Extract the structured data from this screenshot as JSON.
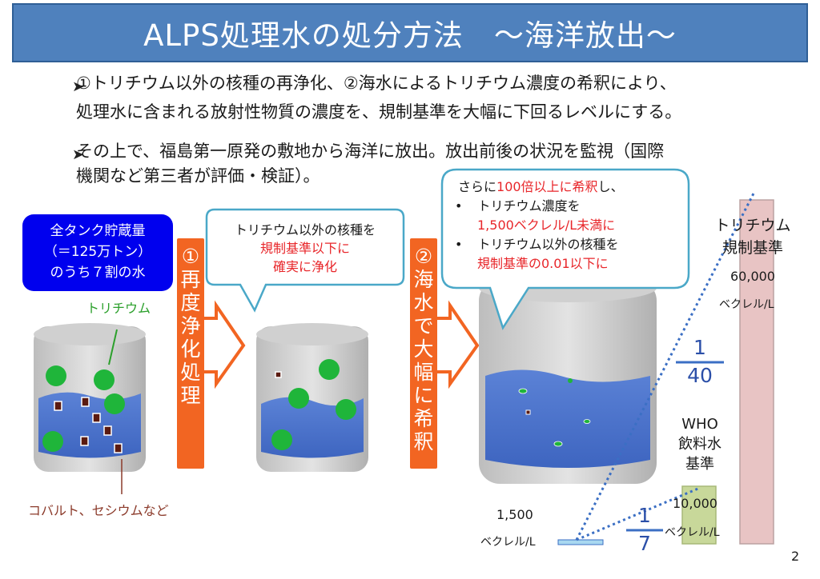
{
  "title": "ALPS処理水の処分方法　～海洋放出～",
  "bullets": [
    {
      "mark": "➤",
      "line1": "①トリチウム以外の核種の再浄化、②海水によるトリチウム濃度の希釈により、",
      "line2": "処理水に含まれる放射性物質の濃度を、規制基準を大幅に下回るレベルにする。"
    },
    {
      "mark": "➤",
      "line1": "その上で、福島第一原発の敷地から海洋に放出。放出前後の状況を監視（国際",
      "line2": "機関など第三者が評価・検証）。"
    }
  ],
  "tank_box": {
    "line1": "全タンク貯蔵量",
    "line2": "（＝125万トン）",
    "line3": "のうち７割の水"
  },
  "tritium_label": "トリチウム",
  "cobalt_label": "コバルト、セシウムなど",
  "step1": {
    "num": "①",
    "chars": [
      "再",
      "度",
      "浄",
      "化",
      "処",
      "理"
    ]
  },
  "step2": {
    "num": "②",
    "chars": [
      "海",
      "水",
      "で",
      "大",
      "幅",
      "に",
      "希",
      "釈"
    ]
  },
  "bubble1": {
    "line1": "トリチウム以外の核種を",
    "line2": "規制基準以下に",
    "line3": "確実に浄化"
  },
  "bubble2": {
    "intro_a": "さらに",
    "intro_red": "100倍以上に希釈",
    "intro_b": "し、",
    "b1_line1": "トリチウム濃度を",
    "b1_line2_red": "1,500ベクレル/L未満に",
    "b2_line1": "トリチウム以外の核種を",
    "b2_line2_red": "規制基準の0.01以下に",
    "bullet": "•"
  },
  "tritium_std": {
    "line1": "トリチウム",
    "line2": "規制基準",
    "value": "60,000",
    "unit": "ベクレル/L"
  },
  "who_std": {
    "line1": "WHO",
    "line2": "飲料水",
    "line3": "基準",
    "value": "10,000",
    "unit": "ベクレル/L"
  },
  "release": {
    "value": "1,500",
    "unit": "ベクレル/L"
  },
  "frac40": {
    "num": "1",
    "den": "40"
  },
  "frac7": {
    "num": "1",
    "den": "7"
  },
  "page_number": "2",
  "colors": {
    "title_bg": "#4f81bd",
    "orange": "#f26522",
    "blue_box": "#0000ee",
    "tritium_bar": "#e8c4c4",
    "who_bar": "#c8d89a",
    "release_bar": "#a9d8f0",
    "red_text": "#e8262a",
    "dotted_line": "#3b6fc4"
  }
}
